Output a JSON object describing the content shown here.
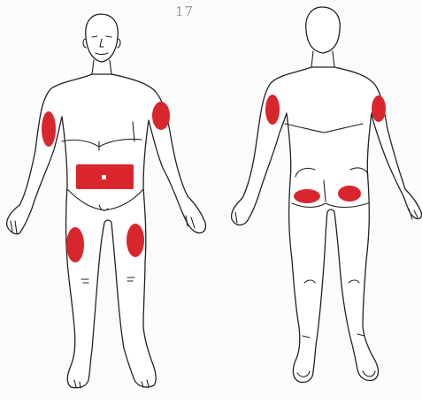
{
  "page_note": "17",
  "colors": {
    "site_fill": "#d9262c",
    "center_dot": "#ffffff",
    "outline": "#222222",
    "paper": "#fbfbfb"
  },
  "figures": [
    {
      "view": "front",
      "marked_regions": [
        "right-upper-arm",
        "left-upper-arm",
        "abdomen",
        "right-thigh",
        "left-thigh"
      ]
    },
    {
      "view": "back",
      "marked_regions": [
        "right-upper-arm",
        "left-upper-arm",
        "right-buttock",
        "left-buttock"
      ]
    }
  ]
}
